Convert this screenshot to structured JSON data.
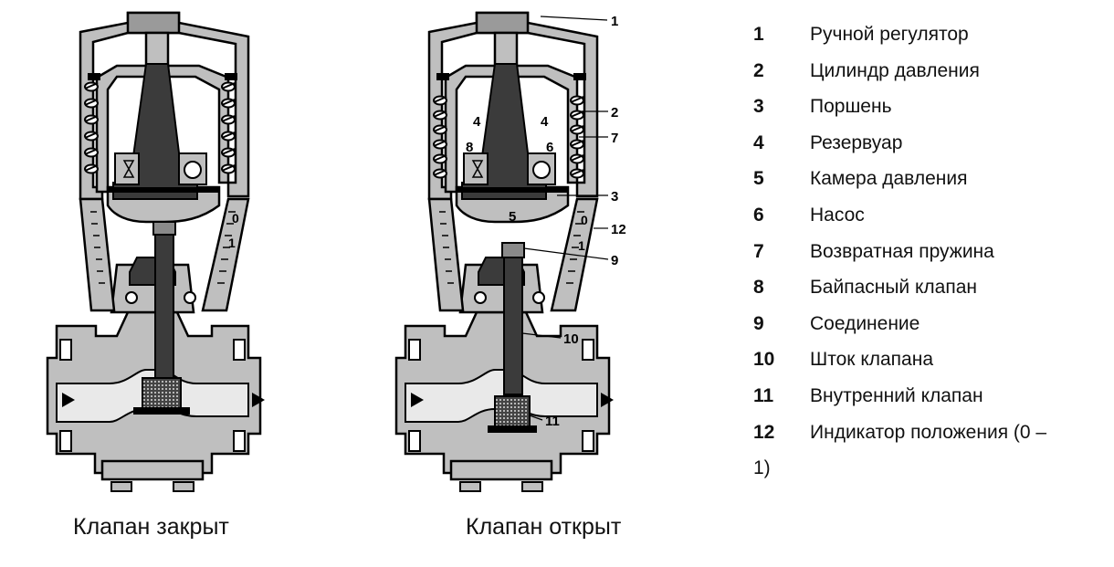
{
  "captions": {
    "closed": "Клапан закрыт",
    "open": "Клапан открыт"
  },
  "callouts": {
    "c1": "1",
    "c2": "2",
    "c3": "3",
    "c4a": "4",
    "c4b": "4",
    "c5": "5",
    "c6": "6",
    "c7": "7",
    "c8": "8",
    "c9": "9",
    "c10": "10",
    "c11": "11",
    "c12": "12"
  },
  "scale": {
    "zero": "0",
    "one": "1"
  },
  "legend": [
    {
      "num": "1",
      "text": "Ручной регулятор"
    },
    {
      "num": "2",
      "text": "Цилиндр давления"
    },
    {
      "num": "3",
      "text": "Поршень"
    },
    {
      "num": "4",
      "text": "Резервуар"
    },
    {
      "num": "5",
      "text": "Камера давления"
    },
    {
      "num": "6",
      "text": "Насос"
    },
    {
      "num": "7",
      "text": "Возвратная пружина"
    },
    {
      "num": "8",
      "text": "Байпасный клапан"
    },
    {
      "num": "9",
      "text": "Соединение"
    },
    {
      "num": "10",
      "text": "Шток клапана"
    },
    {
      "num": "11",
      "text": "Внутренний клапан"
    },
    {
      "num": "12",
      "text": "Индикатор положения (0 –"
    }
  ],
  "legend_continuation": "1)",
  "colors": {
    "body_gray": "#bfbfbf",
    "dark_gray": "#4a4a4a",
    "stroke": "#000000"
  }
}
